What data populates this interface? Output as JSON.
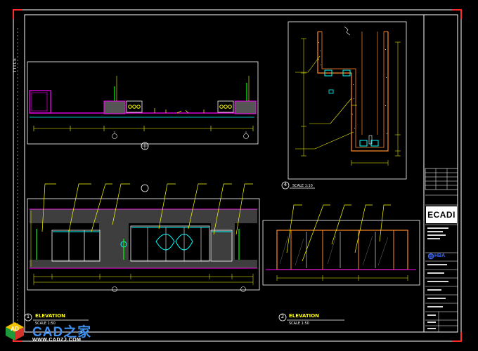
{
  "sheet": {
    "vertical_mark": "TITLE"
  },
  "title_block": {
    "logo_text": "ECADI",
    "partner_logo": "HBA"
  },
  "views": {
    "elevation_1": {
      "number": "1",
      "label": "ELEVATION",
      "scale": "SCALE 1:50"
    },
    "elevation_2": {
      "number": "2",
      "label": "ELEVATION",
      "scale": "SCALE 1:50"
    },
    "section_4": {
      "number": "4",
      "scale": "SCALE 1:10"
    }
  },
  "watermark": {
    "brand": "CAD之家",
    "url": "WWW.CADZJ.COM"
  },
  "colors": {
    "background": "#000000",
    "frame": "#ffffff",
    "red": "#ff2a2a",
    "yellow": "#ffff00",
    "cyan": "#00ffff",
    "green": "#00ff00",
    "magenta": "#ff00ff",
    "orange": "#ff8a2a",
    "blue": "#3d6bff"
  }
}
